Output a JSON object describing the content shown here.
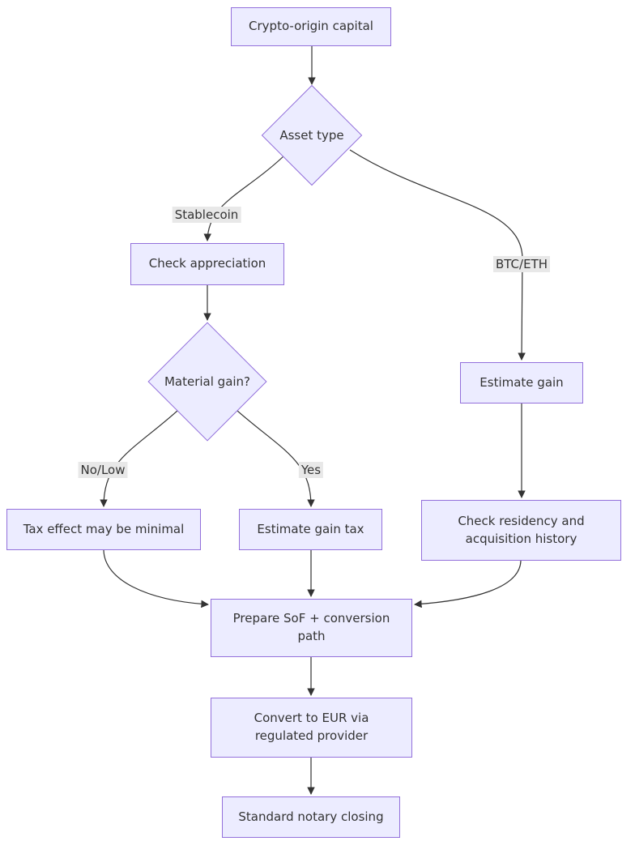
{
  "diagram": {
    "type": "flowchart",
    "direction": "top-down",
    "colors": {
      "node_fill": "#ECECFF",
      "node_border": "#9370DB",
      "edge_color": "#333333",
      "edge_label_background": "#e8e8e8",
      "text_color": "#333333",
      "background": "#ffffff"
    },
    "nodes": {
      "start": {
        "label": "Crypto-origin capital",
        "shape": "rect"
      },
      "asset_type": {
        "label": "Asset type",
        "shape": "diamond"
      },
      "check_appreciation": {
        "label": "Check appreciation",
        "shape": "rect"
      },
      "material_gain": {
        "label": "Material gain?",
        "shape": "diamond"
      },
      "tax_minimal": {
        "label": "Tax effect may be minimal",
        "shape": "rect"
      },
      "estimate_gain_tax": {
        "label": "Estimate gain tax",
        "shape": "rect"
      },
      "estimate_gain": {
        "label": "Estimate gain",
        "shape": "rect"
      },
      "check_residency": {
        "label": "Check residency and acquisition history",
        "shape": "rect"
      },
      "prepare_sof": {
        "label": "Prepare SoF + conversion path",
        "shape": "rect"
      },
      "convert_eur": {
        "label": "Convert to EUR via regulated provider",
        "shape": "rect"
      },
      "notary": {
        "label": "Standard notary closing",
        "shape": "rect"
      }
    },
    "edge_labels": {
      "stablecoin": "Stablecoin",
      "btc_eth": "BTC/ETH",
      "no_low": "No/Low",
      "yes": "Yes"
    },
    "edges": [
      {
        "from": "start",
        "to": "asset_type",
        "label": ""
      },
      {
        "from": "asset_type",
        "to": "check_appreciation",
        "label": "Stablecoin"
      },
      {
        "from": "asset_type",
        "to": "estimate_gain",
        "label": "BTC/ETH"
      },
      {
        "from": "check_appreciation",
        "to": "material_gain",
        "label": ""
      },
      {
        "from": "material_gain",
        "to": "tax_minimal",
        "label": "No/Low"
      },
      {
        "from": "material_gain",
        "to": "estimate_gain_tax",
        "label": "Yes"
      },
      {
        "from": "estimate_gain",
        "to": "check_residency",
        "label": ""
      },
      {
        "from": "tax_minimal",
        "to": "prepare_sof",
        "label": ""
      },
      {
        "from": "estimate_gain_tax",
        "to": "prepare_sof",
        "label": ""
      },
      {
        "from": "check_residency",
        "to": "prepare_sof",
        "label": ""
      },
      {
        "from": "prepare_sof",
        "to": "convert_eur",
        "label": ""
      },
      {
        "from": "convert_eur",
        "to": "notary",
        "label": ""
      }
    ]
  }
}
